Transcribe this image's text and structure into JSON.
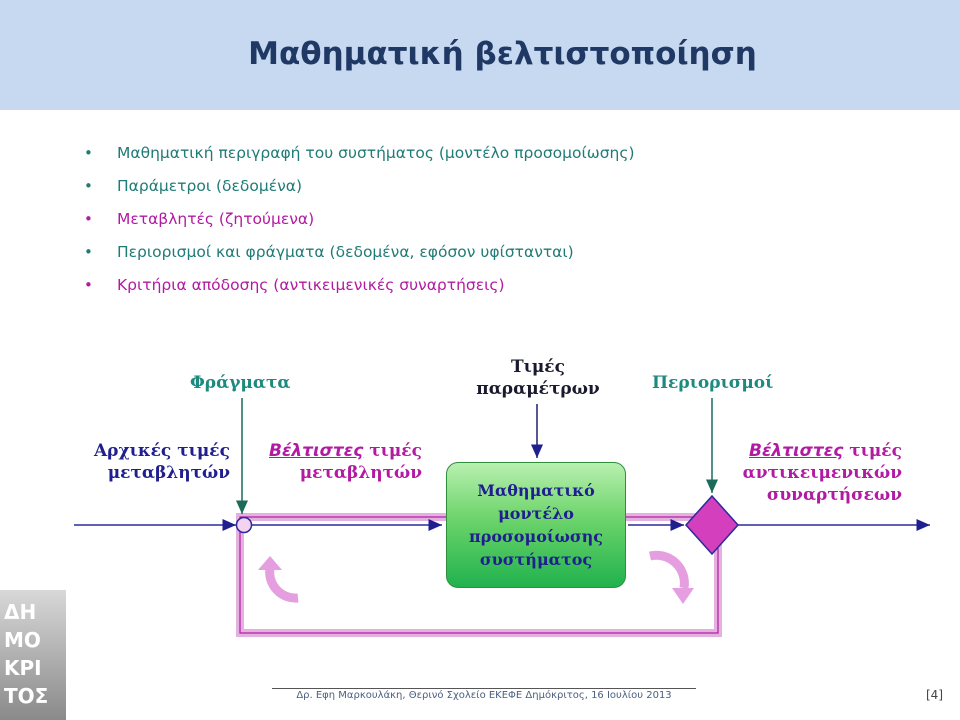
{
  "title": "Μαθηματική βελτιστοποίηση",
  "bullets": [
    {
      "text": "Μαθηματική περιγραφή του συστήματος (μοντέλο προσομοίωσης)",
      "color": "#207b77"
    },
    {
      "text": "Παράμετροι (δεδομένα)",
      "color": "#207b77"
    },
    {
      "text": "Μεταβλητές (ζητούμενα)",
      "color": "#b31aa3"
    },
    {
      "text": "Περιορισμοί και φράγματα (δεδομένα, εφόσον υφίστανται)",
      "color": "#207b77"
    },
    {
      "text": "Κριτήρια απόδοσης (αντικειμενικές συναρτήσεις)",
      "color": "#b31aa3"
    }
  ],
  "diagram": {
    "bounds_label": "Φράγματα",
    "parameters_label_line1": "Τιμές",
    "parameters_label_line2": "παραμέτρων",
    "constraints_label": "Περιορισμοί",
    "initial_line1": "Αρχικές τιμές",
    "initial_line2": "μεταβλητών",
    "optimal_vars_prefix": "Βέλτιστες",
    "optimal_vars_word": " τιμές",
    "optimal_vars_line2": "μεταβλητών",
    "optimal_obj_prefix": "Βέλτιστες",
    "optimal_obj_word": " τιμές",
    "optimal_obj_line2": "αντικειμενικών",
    "optimal_obj_line3": "συναρτήσεων",
    "model_box": "Μαθηματικό\nμοντέλο\nπροσομοίωσης\nσυστήματος"
  },
  "footer": "Δρ. Εφη Μαρκουλάκη, Θερινό Σχολείο ΕΚΕΦΕ Δημόκριτος, 16 Ιουλίου 2013",
  "page_number": "[4]",
  "logo_text": "ΔΗ\nΜΟ\nΚΡΙ\nΤΟΣ"
}
